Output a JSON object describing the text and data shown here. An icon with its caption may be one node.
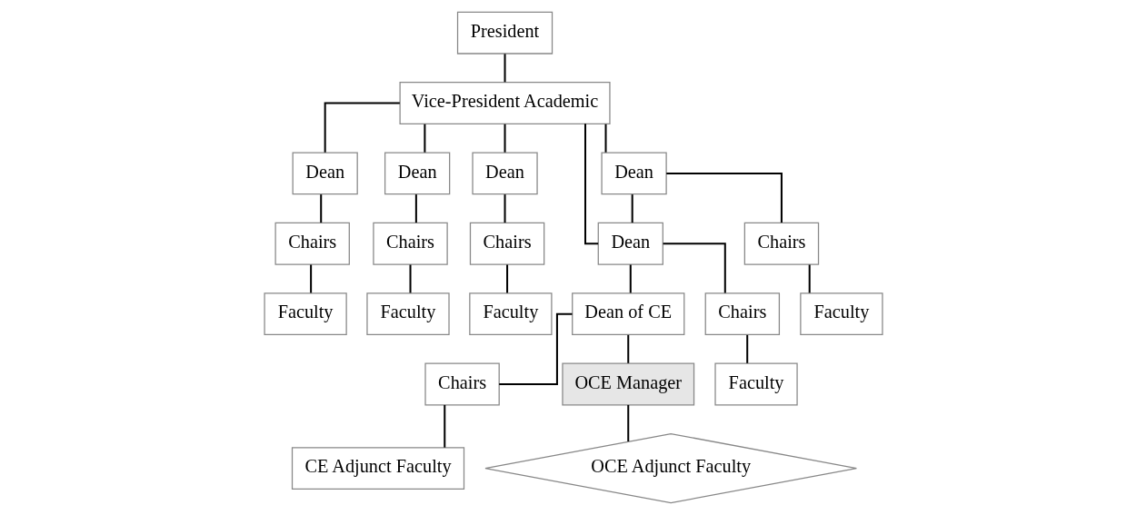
{
  "diagram": {
    "nodes": [
      {
        "text": [
          "President"
        ]
      },
      {
        "text": [
          "Vice-President Academic"
        ]
      },
      {
        "text": [
          "Dean"
        ]
      },
      {
        "text": [
          "Dean"
        ]
      },
      {
        "text": [
          "Dean"
        ]
      },
      {
        "text": [
          "Dean"
        ]
      },
      {
        "text": [
          "Dean"
        ]
      },
      {
        "text": [
          "Dean of CE"
        ]
      },
      {
        "text": [
          "Chairs"
        ]
      },
      {
        "text": [
          "Chairs"
        ]
      },
      {
        "text": [
          "Chairs"
        ]
      },
      {
        "text": [
          "Chairs"
        ]
      },
      {
        "text": [
          "Chairs"
        ]
      },
      {
        "text": [
          "Chairs"
        ]
      },
      {
        "text": [
          "Faculty"
        ]
      },
      {
        "text": [
          "Faculty"
        ]
      },
      {
        "text": [
          "Faculty"
        ]
      },
      {
        "text": [
          "Faculty"
        ]
      },
      {
        "text": [
          "Faculty"
        ]
      },
      {
        "text": [
          "OCE Manager"
        ]
      },
      {
        "text": [
          "CE Adjunct Faculty"
        ]
      },
      {
        "text": [
          "OCE Adjunct Faculty"
        ]
      }
    ],
    "edges": [
      {
        "from": 0,
        "to": 1,
        "arrow": "none"
      },
      {
        "from": 1,
        "to": 2,
        "arrow": "none"
      },
      {
        "from": 1,
        "to": 3,
        "arrow": "none"
      },
      {
        "from": 1,
        "to": 4,
        "arrow": "none"
      },
      {
        "from": 1,
        "to": 5,
        "arrow": "none"
      },
      {
        "from": 1,
        "to": 6,
        "arrow": "none"
      },
      {
        "from": 5,
        "to": 6,
        "arrow": "none"
      },
      {
        "from": 6,
        "to": 7,
        "arrow": "none"
      },
      {
        "from": 2,
        "to": 8,
        "arrow": "none"
      },
      {
        "from": 3,
        "to": 9,
        "arrow": "none"
      },
      {
        "from": 4,
        "to": 10,
        "arrow": "none"
      },
      {
        "from": 5,
        "to": 11,
        "arrow": "none"
      },
      {
        "from": 6,
        "to": 12,
        "arrow": "none"
      },
      {
        "from": 7,
        "to": 13,
        "arrow": "none"
      },
      {
        "from": 8,
        "to": 14,
        "arrow": "none"
      },
      {
        "from": 9,
        "to": 15,
        "arrow": "none"
      },
      {
        "from": 10,
        "to": 16,
        "arrow": "none"
      },
      {
        "from": 11,
        "to": 17,
        "arrow": "none"
      },
      {
        "from": 12,
        "to": 18,
        "arrow": "none"
      },
      {
        "from": 7,
        "to": 19,
        "arrow": "none"
      },
      {
        "from": 13,
        "to": 20,
        "arrow": "none"
      },
      {
        "from": 19,
        "to": 21,
        "arrow": "none"
      }
    ]
  }
}
